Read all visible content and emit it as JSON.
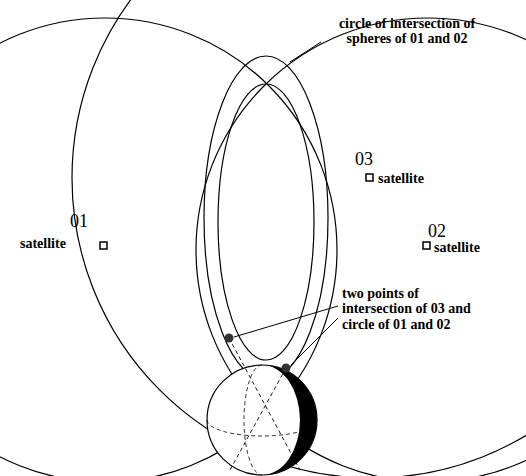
{
  "diagram": {
    "labels": [
      "circle of intersection of spheres of 01 and 02",
      "03",
      "satellite",
      "01",
      "satellite",
      "02",
      "satellite",
      "two points of intersection of 03 and circle of 01 and 02"
    ]
  }
}
